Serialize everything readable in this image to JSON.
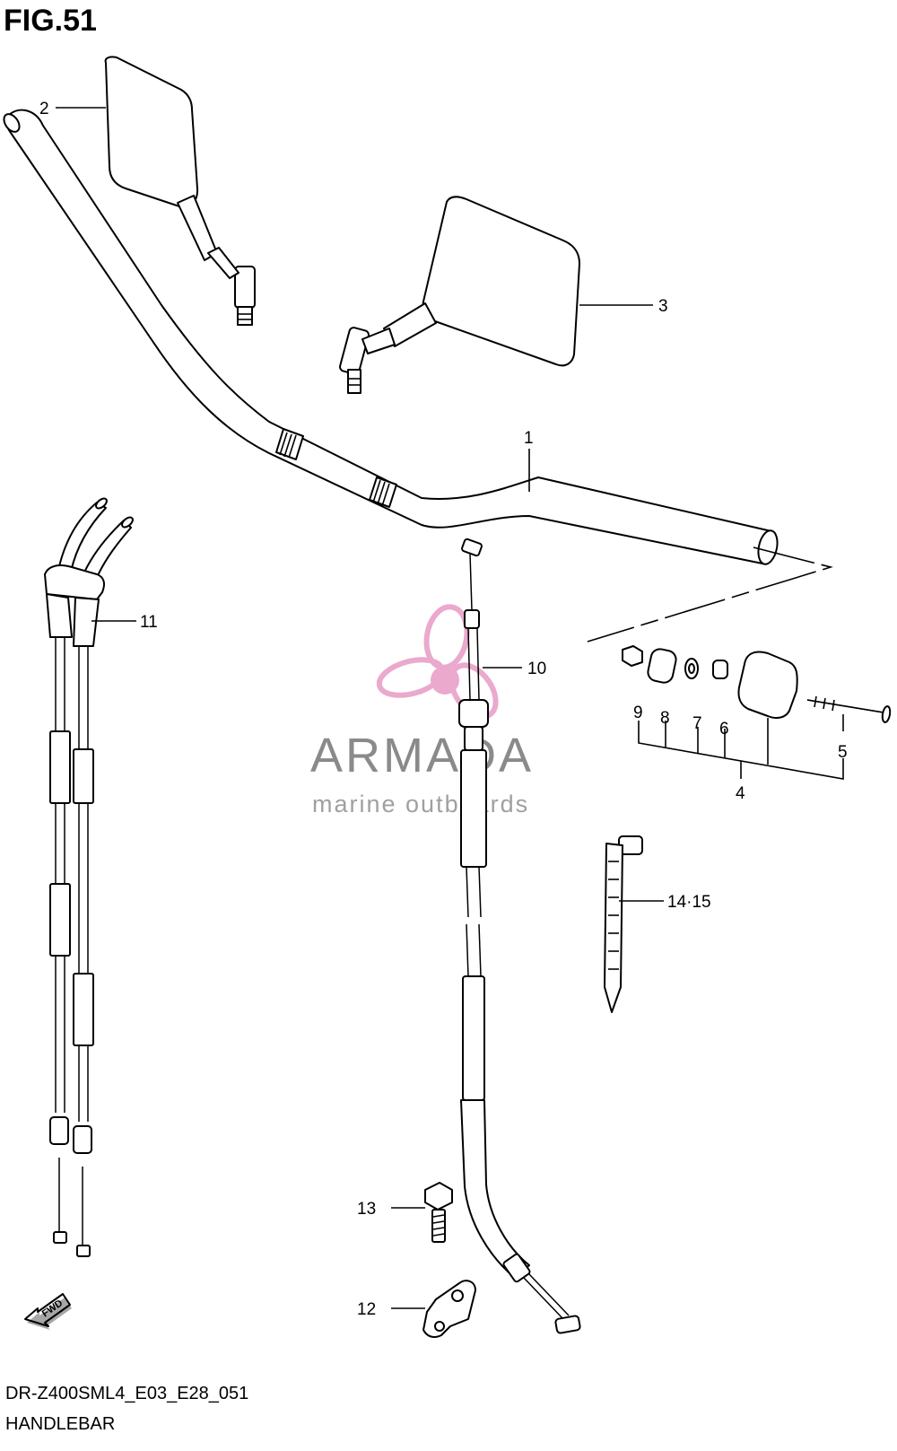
{
  "figure": {
    "title": "FIG.51"
  },
  "footer": {
    "model_code": "DR-Z400SML4_E03_E28_051",
    "section_name": "HANDLEBAR"
  },
  "watermark": {
    "brand": "ARMADA",
    "tagline": "marine outboards",
    "logo_color": "#e8a0c8",
    "text_color": "#8a8a8a"
  },
  "callouts": {
    "c1": "1",
    "c2": "2",
    "c3": "3",
    "c4": "4",
    "c5": "5",
    "c6": "6",
    "c7": "7",
    "c8": "8",
    "c9": "9",
    "c10": "10",
    "c11": "11",
    "c12": "12",
    "c13": "13",
    "c14_15": "14·15"
  },
  "fwd_marker": {
    "label": "FWD"
  }
}
